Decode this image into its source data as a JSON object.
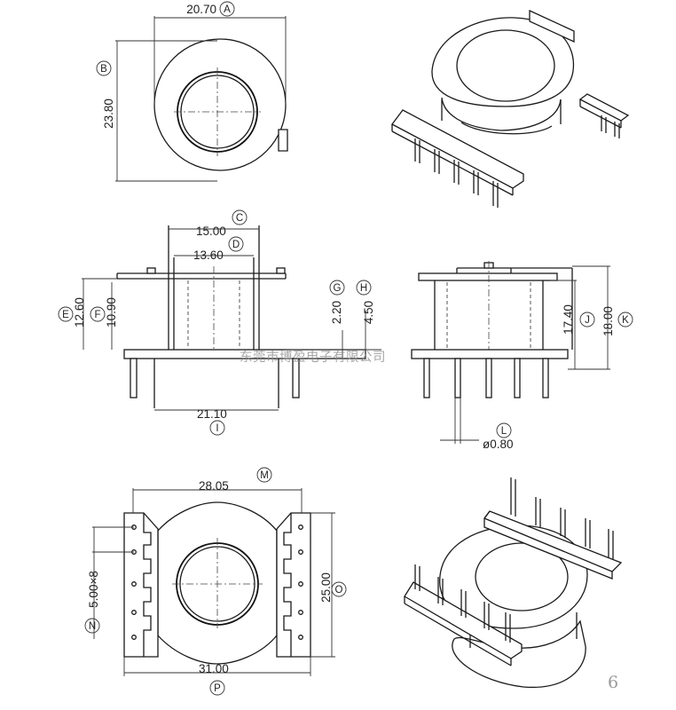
{
  "dimensions": {
    "A": {
      "letter": "A",
      "value": "20.70"
    },
    "B": {
      "letter": "B",
      "value": "23.80"
    },
    "C": {
      "letter": "C",
      "value": "15.00"
    },
    "D": {
      "letter": "D",
      "value": "13.60"
    },
    "E": {
      "letter": "E",
      "value": "12.60"
    },
    "F": {
      "letter": "F",
      "value": "10.90"
    },
    "G": {
      "letter": "G",
      "value": "2.20"
    },
    "H": {
      "letter": "H",
      "value": "4.50"
    },
    "I": {
      "letter": "I",
      "value": "21.10"
    },
    "J": {
      "letter": "J",
      "value": "17.40"
    },
    "K": {
      "letter": "K",
      "value": "18.00"
    },
    "L": {
      "letter": "L",
      "value": "ø0.80"
    },
    "M": {
      "letter": "M",
      "value": "28.05"
    },
    "N": {
      "letter": "N",
      "value": "5.00×8"
    },
    "O": {
      "letter": "O",
      "value": "25.00"
    },
    "P": {
      "letter": "P",
      "value": "31.00"
    }
  },
  "watermark": "东莞市博盈电子有限公司",
  "page_number": "6"
}
